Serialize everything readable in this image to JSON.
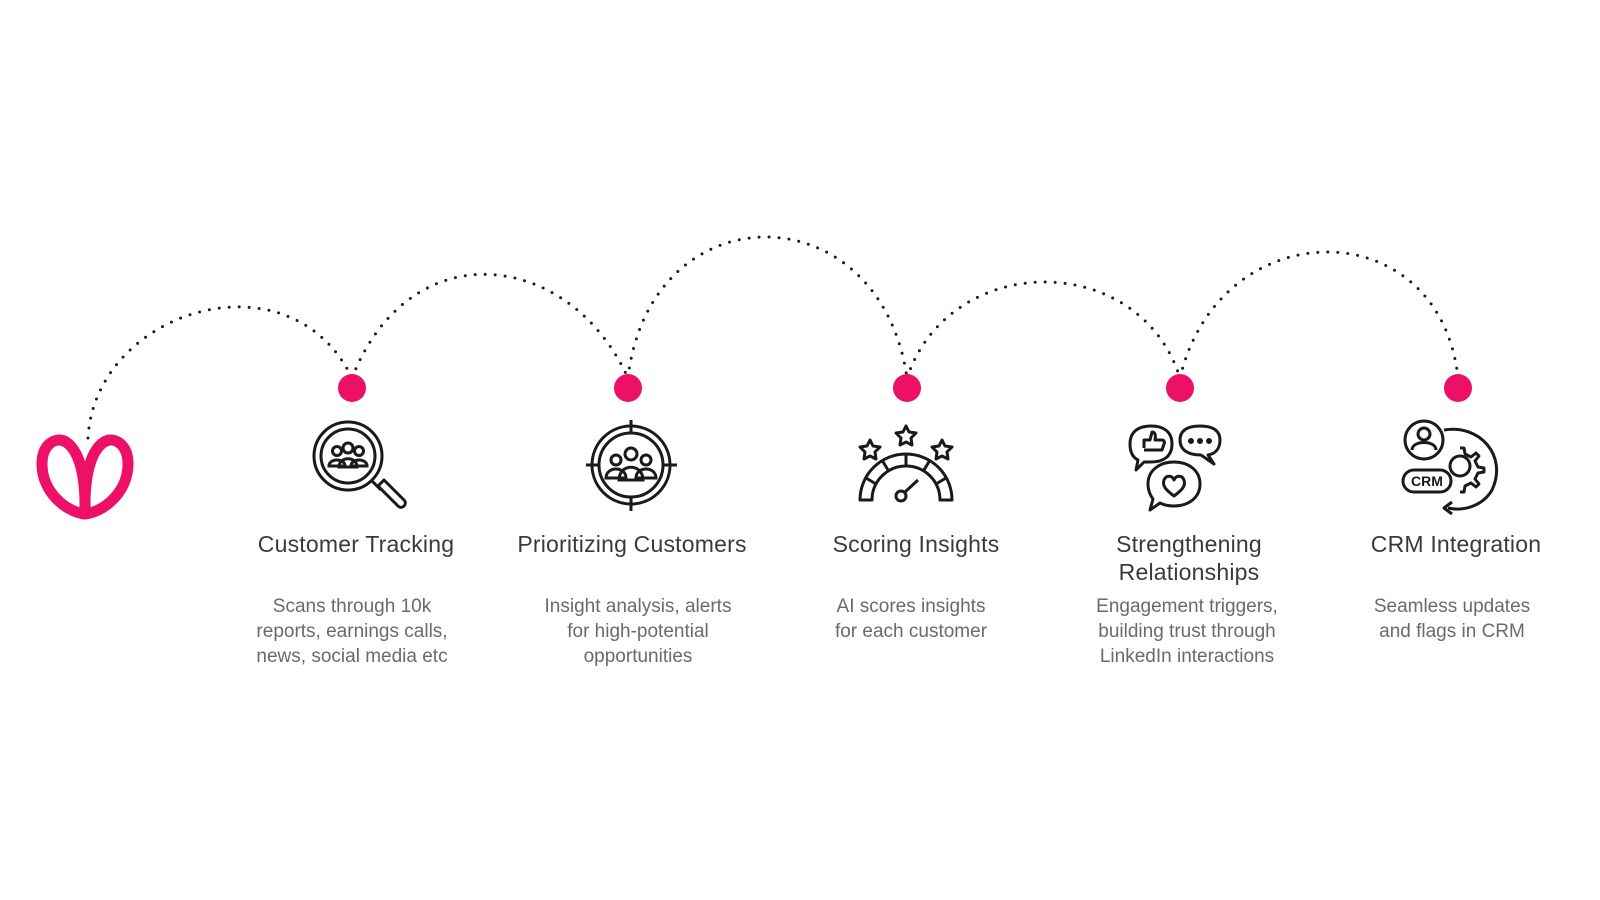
{
  "brand": {
    "accent": "#ec1067",
    "logo_icon": "heart-loop-logo-icon"
  },
  "steps": [
    {
      "icon": "magnifier-group-icon",
      "title": "Customer Tracking",
      "desc_lines": [
        "Scans through 10k",
        "reports, earnings calls,",
        "news, social media etc"
      ]
    },
    {
      "icon": "target-group-icon",
      "title": "Prioritizing Customers",
      "desc_lines": [
        "Insight analysis, alerts",
        "for high-potential",
        "opportunities"
      ]
    },
    {
      "icon": "gauge-stars-icon",
      "title": "Scoring Insights",
      "desc_lines": [
        "AI scores insights",
        "for each customer"
      ]
    },
    {
      "icon": "chat-bubbles-icon",
      "title_lines": [
        "Strengthening",
        "Relationships"
      ],
      "desc_lines": [
        "Engagement triggers,",
        "building trust through",
        "LinkedIn interactions"
      ]
    },
    {
      "icon": "crm-gear-icon",
      "title": "CRM Integration",
      "desc_lines": [
        "Seamless updates",
        "and flags in CRM"
      ],
      "icon_label": "CRM"
    }
  ]
}
